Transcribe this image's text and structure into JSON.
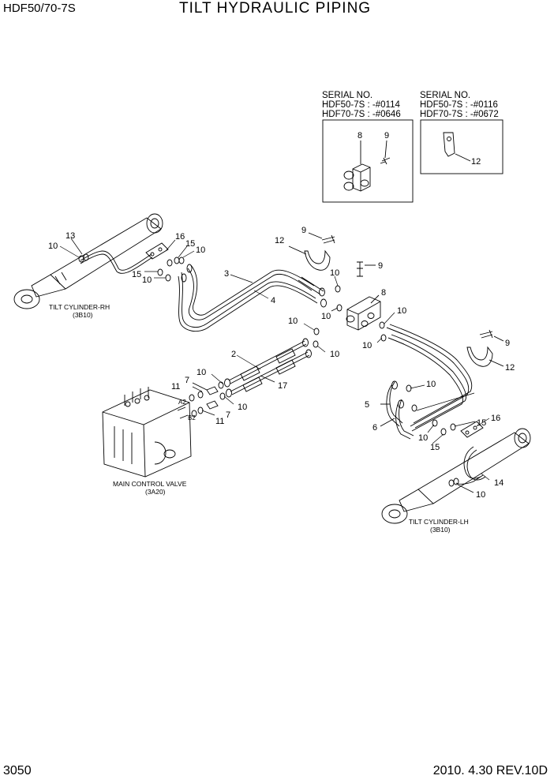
{
  "header": {
    "model": "HDF50/70-7S",
    "title": "TILT HYDRAULIC PIPING"
  },
  "footer": {
    "page": "3050",
    "revision": "2010. 4.30  REV.10D"
  },
  "serial_boxes": [
    {
      "heading": "SERIAL NO.",
      "line1": "HDF50-7S : -#0114",
      "line2": "HDF70-7S : -#0646",
      "parts": [
        "8",
        "9"
      ]
    },
    {
      "heading": "SERIAL NO.",
      "line1": "HDF50-7S : -#0116",
      "line2": "HDF70-7S : -#0672",
      "parts": [
        "12"
      ]
    }
  ],
  "assemblies": {
    "tilt_cylinder_rh": {
      "name": "TILT CYLINDER-RH",
      "ref": "(3B10)"
    },
    "tilt_cylinder_lh": {
      "name": "TILT CYLINDER-LH",
      "ref": "(3B10)"
    },
    "main_control_valve": {
      "name": "MAIN CONTROL VALVE",
      "ref": "(3A20)"
    }
  },
  "port_labels": {
    "a2": "A2",
    "b2": "B2"
  },
  "part_callouts": {
    "p13": "13",
    "p10a": "10",
    "p16a": "16",
    "p15a": "15",
    "p10b": "10",
    "p15b": "15",
    "p10c": "10",
    "p12a": "12",
    "p9a": "9",
    "p9b": "9",
    "p3": "3",
    "p4": "4",
    "p10d": "10",
    "p8": "8",
    "p10e": "10",
    "p10f": "10",
    "p10g": "10",
    "p10h": "10",
    "p10i": "10",
    "p9c": "9",
    "p12b": "12",
    "p2": "2",
    "p17": "17",
    "p10j": "10",
    "p7a": "7",
    "p11a": "11",
    "p10k": "10",
    "p11b": "11",
    "p7b": "7",
    "p5": "5",
    "p10l": "10",
    "p6": "6",
    "p15c": "15",
    "p16b": "16",
    "p10m": "10",
    "p15d": "15",
    "p14": "14",
    "p10n": "10"
  }
}
